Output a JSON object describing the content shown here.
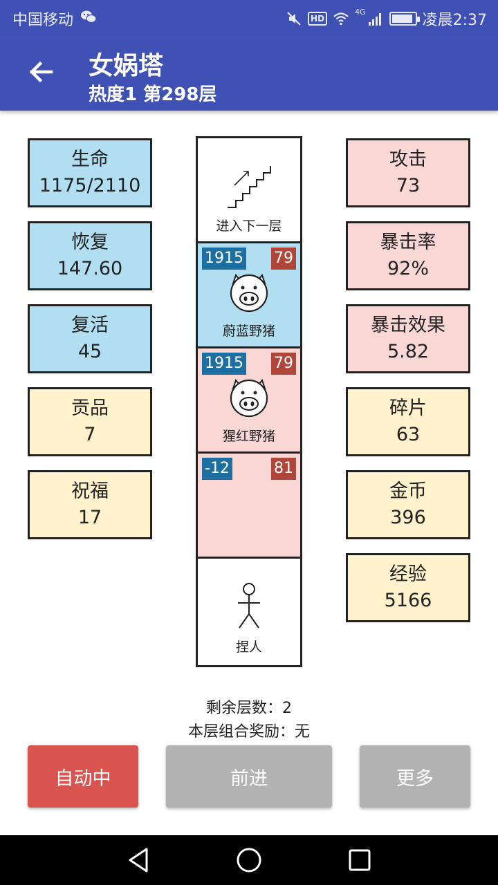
{
  "status_bar": {
    "carrier": "中国移动",
    "network": "4G",
    "time": "凌晨2:37",
    "hd_label": "HD",
    "battery_level": 0.9
  },
  "app_bar": {
    "title": "女娲塔",
    "subtitle": "热度1 第298层",
    "back_icon": "arrow-left-icon"
  },
  "left_stats": [
    {
      "label": "生命",
      "value": "1175/2110",
      "color": "#b2def2"
    },
    {
      "label": "恢复",
      "value": "147.60",
      "color": "#b2def2"
    },
    {
      "label": "复活",
      "value": "45",
      "color": "#b2def2"
    },
    {
      "label": "贡品",
      "value": "7",
      "color": "#fff2cc"
    },
    {
      "label": "祝福",
      "value": "17",
      "color": "#fff2cc"
    }
  ],
  "right_stats": [
    {
      "label": "攻击",
      "value": "73",
      "color": "#f8d7d5"
    },
    {
      "label": "暴击率",
      "value": "92%",
      "color": "#f8d7d5"
    },
    {
      "label": "暴击效果",
      "value": "5.82",
      "color": "#f8d7d5"
    },
    {
      "label": "碎片",
      "value": "63",
      "color": "#fff2cc"
    },
    {
      "label": "金币",
      "value": "396",
      "color": "#fff2cc"
    },
    {
      "label": "经验",
      "value": "5166",
      "color": "#fff2cc"
    }
  ],
  "tower": {
    "stairs": {
      "label": "进入下一层",
      "icon": "stairs-icon"
    },
    "floors": [
      {
        "name": "蔚蓝野猪",
        "hp": "1915",
        "atk": "79",
        "icon": "pig-icon",
        "color": "#b2def2"
      },
      {
        "name": "猩红野猪",
        "hp": "1915",
        "atk": "79",
        "icon": "pig-icon",
        "color": "#f8d7d5"
      },
      {
        "name": "",
        "hp": "-12",
        "atk": "81",
        "icon": "",
        "color": "#f8d7d5"
      }
    ],
    "player": {
      "label": "捏人",
      "icon": "stick-figure-icon"
    }
  },
  "info": {
    "remaining_floors": "剩余层数：2",
    "combo_reward": "本层组合奖励：无"
  },
  "buttons": {
    "auto": "自动中",
    "forward": "前进",
    "more": "更多"
  },
  "colors": {
    "primary": "#3f51b5",
    "auto_button": "#d9534f",
    "disabled_button": "#b3b3b3",
    "hp_badge": "#1c6fa0",
    "atk_badge": "#b0453a"
  }
}
